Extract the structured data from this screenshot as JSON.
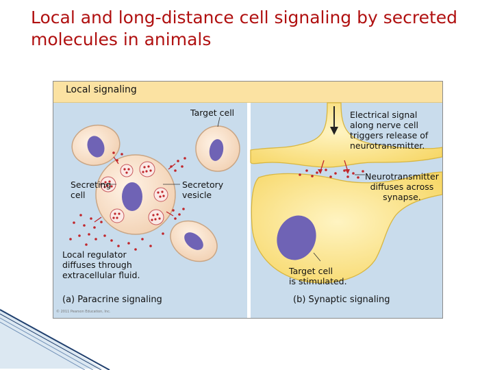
{
  "slide": {
    "title": "Local and long-distance cell signaling by secreted molecules in animals"
  },
  "figure": {
    "banner": "Local signaling",
    "labels": {
      "target_cell": "Target cell",
      "secreting_cell": "Secreting\ncell",
      "secretory_vesicle": "Secretory\nvesicle",
      "local_regulator": "Local regulator\ndiffuses through\nextracellular fluid.",
      "electrical_signal": "Electrical signal\nalong nerve cell\ntriggers release of\nneurotransmitter.",
      "neurotransmitter": "Neurotransmitter\ndiffuses across\nsynapse.",
      "target_stimulated": "Target cell\nis stimulated."
    },
    "captions": {
      "paracrine": "(a) Paracrine signaling",
      "synaptic": "(b) Synaptic signaling"
    },
    "copyright": "© 2011 Pearson Education, Inc."
  },
  "colors": {
    "title": "#b01010",
    "background_panel": "#c9dcec",
    "banner": "#fbe2a2",
    "cell_fill": "#f6ddc4",
    "nucleus": "#6f63b5",
    "neuron_fill": "#fbe489",
    "molecule": "#c0262b"
  }
}
